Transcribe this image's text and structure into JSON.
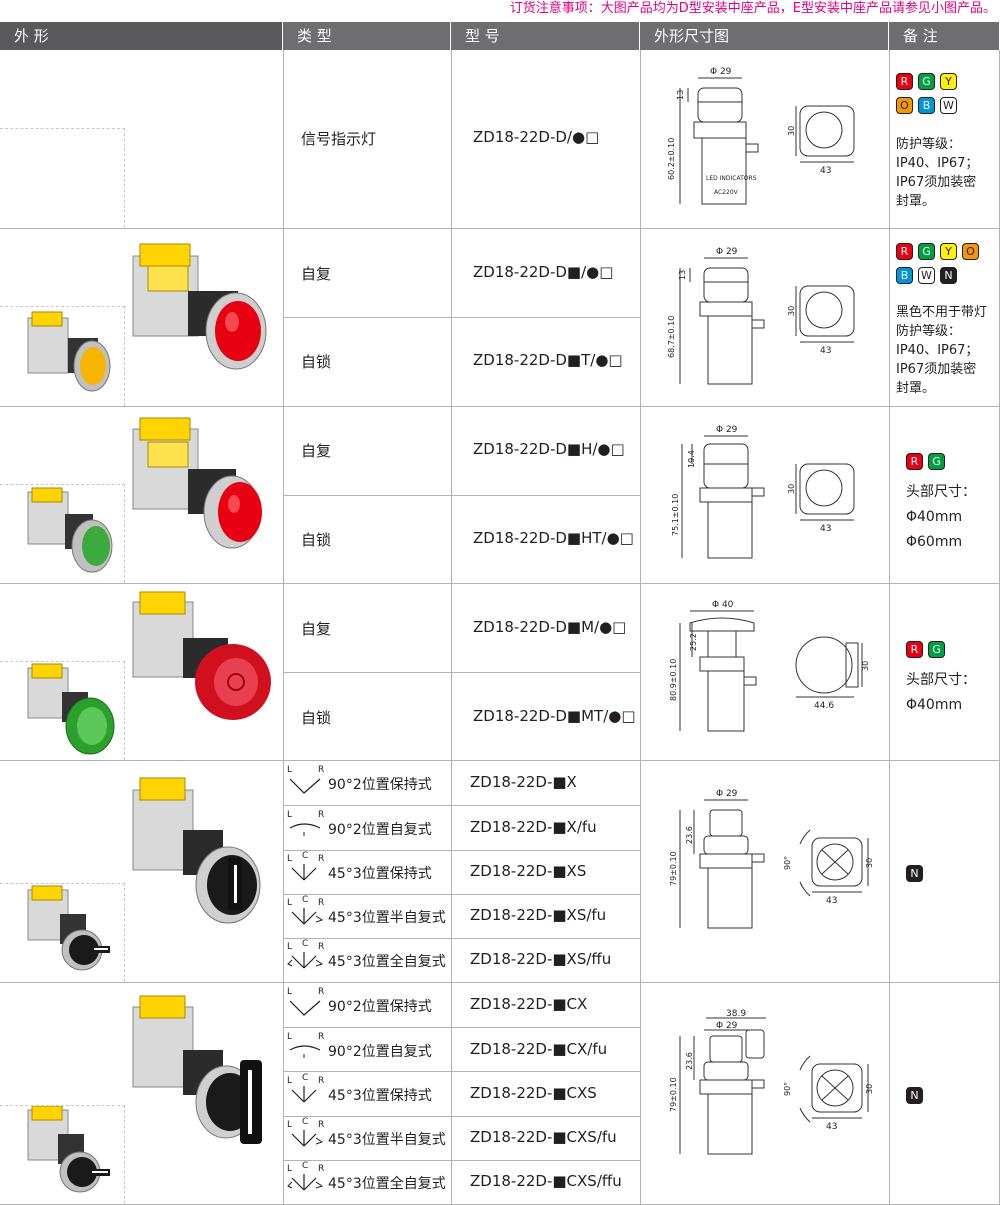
{
  "notice": "订货注意事项：大图产品均为D型安装中座产品，E型安装中座产品请参见小图产品。",
  "headers": {
    "appearance": "外 形",
    "type": "类 型",
    "model": "型 号",
    "dimension": "外形尺寸图",
    "remarks": "备 注"
  },
  "sections": {
    "s1": {
      "rows": [
        {
          "type": "信号指示灯",
          "model": "ZD18-22D-D/●□"
        }
      ],
      "dims": {
        "top": "Φ 29",
        "side_h": "13",
        "total": "60.2±0.10",
        "label1": "LED INDICATORS",
        "label2": "AC220V",
        "sq": "30",
        "sqw": "43"
      },
      "badges": [
        "R",
        "G",
        "Y",
        "O",
        "B",
        "W"
      ],
      "note": [
        "防护等级：",
        "IP40、IP67；",
        "IP67须加装密",
        "封罩。"
      ]
    },
    "s2": {
      "rows": [
        {
          "type": "自复",
          "model": "ZD18-22D-D■/●□"
        },
        {
          "type": "自锁",
          "model": "ZD18-22D-D■T/●□"
        }
      ],
      "dims": {
        "top": "Φ 29",
        "side_h": "13",
        "total": "68.7±0.10",
        "sq": "30",
        "sqw": "43"
      },
      "badges": [
        "R",
        "G",
        "Y",
        "O",
        "B",
        "W",
        "N"
      ],
      "note": [
        "黑色不用于带灯",
        "防护等级：",
        "IP40、IP67；",
        "IP67须加装密",
        "封罩。"
      ]
    },
    "s3": {
      "rows": [
        {
          "type": "自复",
          "model": "ZD18-22D-D■H/●□"
        },
        {
          "type": "自锁",
          "model": "ZD18-22D-D■HT/●□"
        }
      ],
      "dims": {
        "top": "Φ 29",
        "side_h": "19.4",
        "total": "75.1±0.10",
        "sq": "30",
        "sqw": "43"
      },
      "badges": [
        "R",
        "G"
      ],
      "note": [
        "头部尺寸：",
        "Φ40mm",
        "Φ60mm"
      ]
    },
    "s4": {
      "rows": [
        {
          "type": "自复",
          "model": "ZD18-22D-D■M/●□"
        },
        {
          "type": "自锁",
          "model": "ZD18-22D-D■MT/●□"
        }
      ],
      "dims": {
        "top": "Φ 40",
        "side_h": "25.2",
        "total": "80.9±0.10",
        "sq": "30",
        "sqw": "44.6"
      },
      "badges": [
        "R",
        "G"
      ],
      "note": [
        "头部尺寸：",
        "Φ40mm"
      ]
    },
    "s5": {
      "rows": [
        {
          "type": "90°2位置保持式",
          "model": "ZD18-22D-■X"
        },
        {
          "type": "90°2位置自复式",
          "model": "ZD18-22D-■X/fu"
        },
        {
          "type": "45°3位置保持式",
          "model": "ZD18-22D-■XS"
        },
        {
          "type": "45°3位置半自复式",
          "model": "ZD18-22D-■XS/fu"
        },
        {
          "type": "45°3位置全自复式",
          "model": "ZD18-22D-■XS/ffu"
        }
      ],
      "dims": {
        "top": "Φ 29",
        "side_h": "23.6",
        "total": "79±0.10",
        "angle": "90°",
        "sq": "30",
        "sqw": "43"
      },
      "badges": [
        "N"
      ]
    },
    "s6": {
      "rows": [
        {
          "type": "90°2位置保持式",
          "model": "ZD18-22D-■CX"
        },
        {
          "type": "90°2位置自复式",
          "model": "ZD18-22D-■CX/fu"
        },
        {
          "type": "45°3位置保持式",
          "model": "ZD18-22D-■CXS"
        },
        {
          "type": "45°3位置半自复式",
          "model": "ZD18-22D-■CXS/fu"
        },
        {
          "type": "45°3位置全自复式",
          "model": "ZD18-22D-■CXS/ffu"
        }
      ],
      "dims": {
        "top2": "38.9",
        "top": "Φ 29",
        "side_h": "23.6",
        "total": "79±0.10",
        "angle": "90°",
        "sq": "30",
        "sqw": "43"
      },
      "badges": [
        "N"
      ]
    }
  },
  "rot_labels": {
    "l": "L",
    "r": "R",
    "c": "C"
  },
  "colors": {
    "header": "#6e6e70",
    "notice": "#e4007f",
    "grid": "#b3b3b3",
    "red": "#e60012",
    "green": "#00a040",
    "yellow": "#fff100"
  }
}
